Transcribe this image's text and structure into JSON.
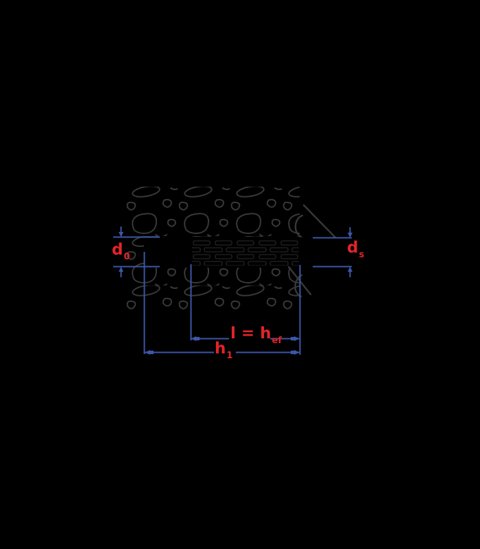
{
  "page": {
    "background": "#000000"
  },
  "diagram": {
    "type": "technical-dimension-diagram",
    "description": "Anchor rod embedded in concrete: drill hole diameter, rod diameter, embedment depth and hole depth dimensions",
    "labels": {
      "d0": {
        "main": "d",
        "sub": "0"
      },
      "ds": {
        "main": "d",
        "sub": "s"
      },
      "hef": {
        "main": "l = h",
        "sub": "ef"
      },
      "h1": {
        "main": "h",
        "sub": "1"
      }
    },
    "colors": {
      "label_red": "#e3242b",
      "dimension_blue": "#3c56a8",
      "aggregate_gray": "#383838",
      "thread_gray": "#1d1d1d",
      "background": "#000000"
    }
  }
}
